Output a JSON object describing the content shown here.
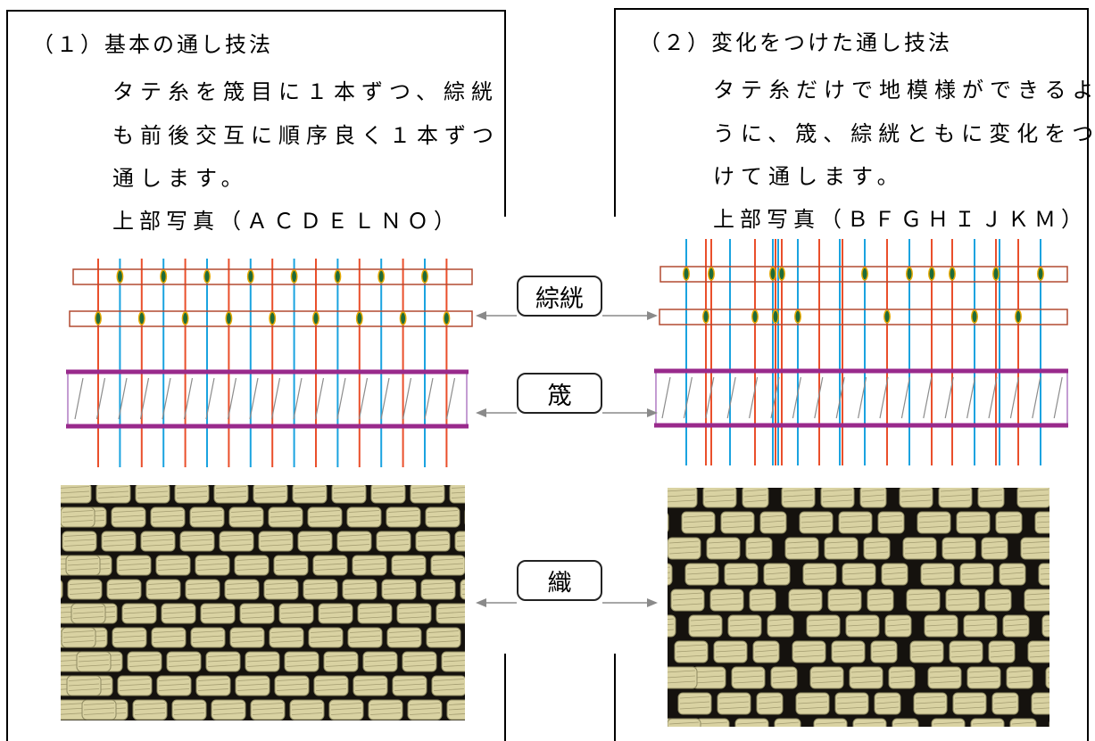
{
  "left": {
    "heading": "（１）基本の通し技法",
    "lines": [
      "タテ糸を筬目に１本ずつ、綜絖",
      "も前後交互に順序良く１本ずつ",
      "通します。"
    ],
    "codes": "上部写真（ＡＣＤＥＬＮＯ）"
  },
  "right": {
    "heading": "（２）変化をつけた通し技法",
    "lines": [
      "タテ糸だけで地模様ができるよ",
      "うに、筬、綜絖ともに変化をつ",
      "けて通します。"
    ],
    "codes": "上部写真（ＢＦＧＨＩＪＫＭ）"
  },
  "labels": {
    "heddle": "綜絖",
    "reed": "筬",
    "weave": "織"
  },
  "colors": {
    "warp_red": "#ea4f2b",
    "warp_blue": "#1aa3e0",
    "heddle_frame": "#b24a31",
    "heddle_eye_fill": "#1e6b3a",
    "heddle_eye_ring": "#e5a800",
    "reed_bar": "#992a8c",
    "reed_frame": "#b07cc4",
    "reed_dent": "#8c8c8c",
    "arrow": "#8a8a8a",
    "fabric_weft": "#d9d2a2",
    "fabric_warp": "#15120e"
  }
}
